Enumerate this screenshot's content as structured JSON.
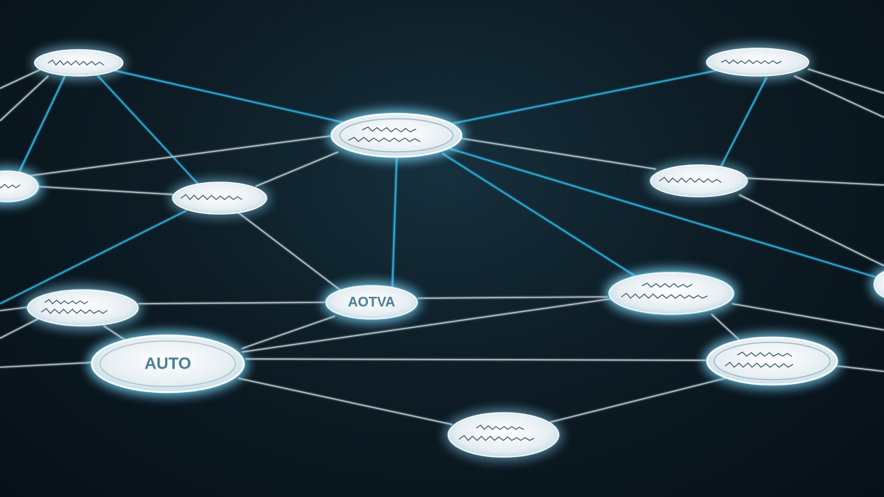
{
  "colors": {
    "background": "#0d1c25",
    "link_blue": "#29a9d6",
    "link_grey": "#b9c6cc",
    "node_fill": "#e8eef1",
    "node_glow": "#5cd0ff",
    "label_text": "#4a7f99"
  },
  "nodes": [
    {
      "id": "top-left",
      "label": ""
    },
    {
      "id": "top-right",
      "label": ""
    },
    {
      "id": "center-hub",
      "label": ""
    },
    {
      "id": "left-edge",
      "label": ""
    },
    {
      "id": "mid-left",
      "label": ""
    },
    {
      "id": "right-mid",
      "label": ""
    },
    {
      "id": "center-lower",
      "label": "AOTVA"
    },
    {
      "id": "lower-left",
      "label": ""
    },
    {
      "id": "right-lower",
      "label": ""
    },
    {
      "id": "auto-node",
      "label": "AUTO"
    },
    {
      "id": "bottom-right",
      "label": ""
    },
    {
      "id": "bottom-center",
      "label": ""
    },
    {
      "id": "right-edge",
      "label": ""
    }
  ]
}
